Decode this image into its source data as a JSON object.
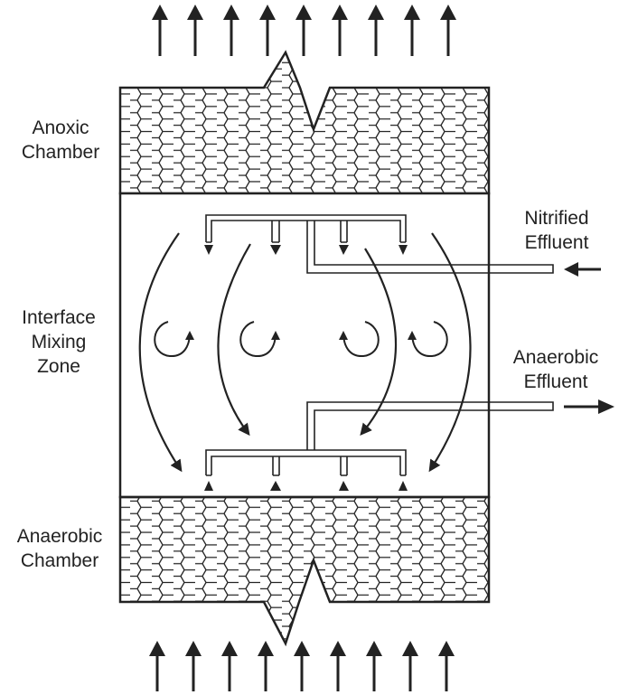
{
  "labels": {
    "anoxic_line1": "Anoxic",
    "anoxic_line2": "Chamber",
    "interface_line1": "Interface",
    "interface_line2": "Mixing",
    "interface_line3": "Zone",
    "anaerobic_line1": "Anaerobic",
    "anaerobic_line2": "Chamber",
    "nitrified_line1": "Nitrified",
    "nitrified_line2": "Effluent",
    "anaerobic_effluent_line1": "Anaerobic",
    "anaerobic_effluent_line2": "Effluent"
  },
  "colors": {
    "ink": "#222222",
    "background": "#ffffff"
  },
  "icons": [
    "arrow-up-icon",
    "arrow-down-icon",
    "arrow-right-icon",
    "arrow-left-icon",
    "circular-arrow-icon",
    "honeycomb-pattern"
  ]
}
